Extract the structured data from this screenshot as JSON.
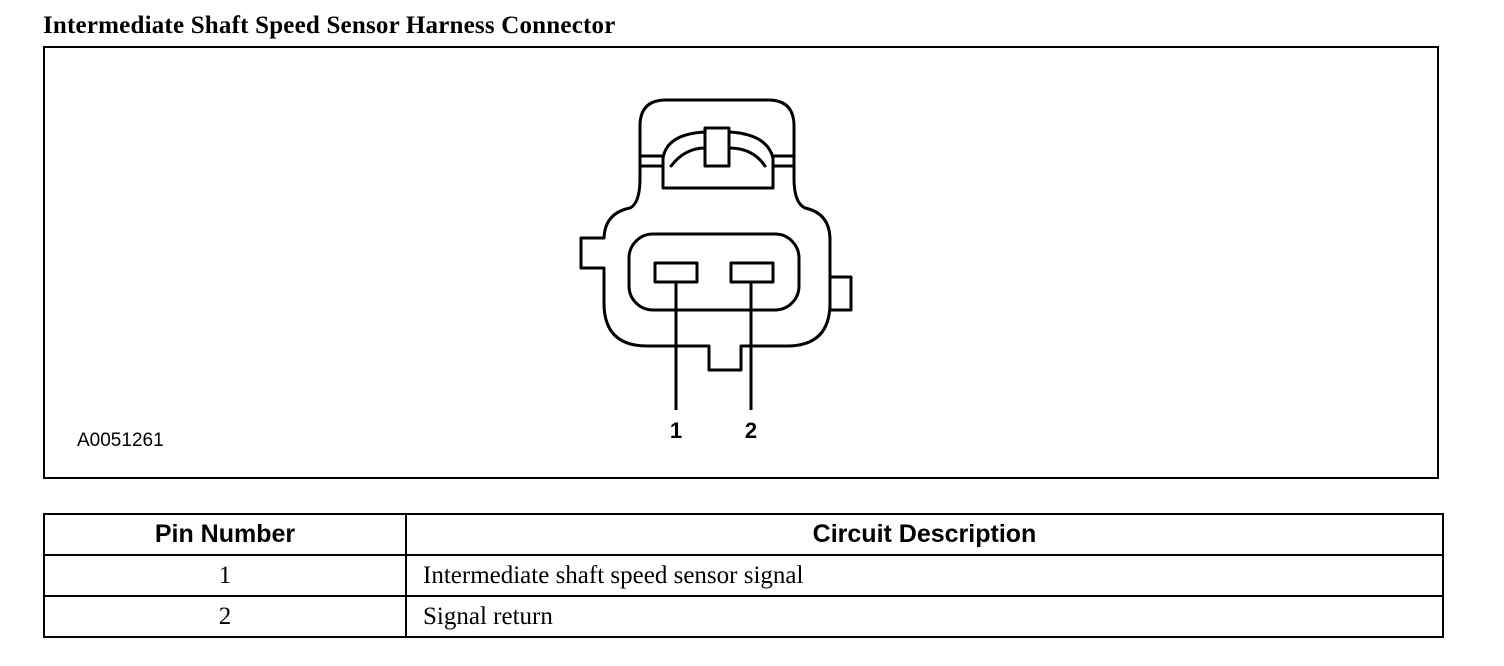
{
  "title": "Intermediate Shaft Speed Sensor Harness Connector",
  "figure": {
    "id": "A0051261",
    "pin_labels": [
      "1",
      "2"
    ]
  },
  "table": {
    "headers": [
      "Pin Number",
      "Circuit Description"
    ],
    "rows": [
      {
        "pin": "1",
        "description": "Intermediate shaft speed sensor signal"
      },
      {
        "pin": "2",
        "description": "Signal return"
      }
    ]
  }
}
